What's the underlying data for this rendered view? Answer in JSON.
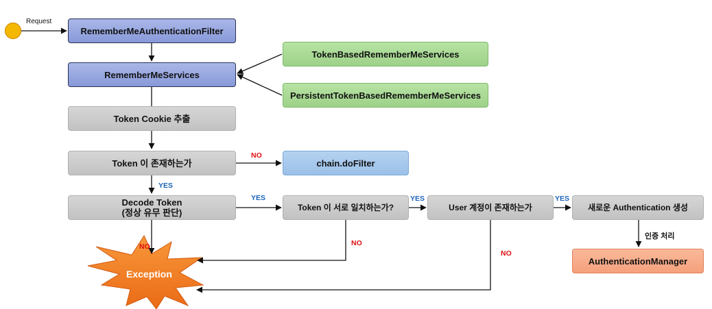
{
  "request_label": "Request",
  "nodes": {
    "remember_me_filter": "RememberMeAuthenticationFilter",
    "remember_me_services": "RememberMeServices",
    "token_based": "TokenBasedRememberMeServices",
    "persistent_token_based": "PersistentTokenBasedRememberMeServices",
    "token_cookie_extract": "Token Cookie 추출",
    "token_exists": "Token 이 존재하는가",
    "chain_do_filter": "chain.doFilter",
    "decode_token_line1": "Decode Token",
    "decode_token_line2": "(정상 유무 판단)",
    "token_match": "Token 이 서로 일치하는가?",
    "user_exists": "User 계정이 존재하는가",
    "new_authentication": "새로운 Authentication 생성",
    "authentication_manager": "AuthenticationManager",
    "exception": "Exception"
  },
  "edge_labels": {
    "token_exists_no": "NO",
    "token_exists_yes": "YES",
    "decode_yes": "YES",
    "decode_no": "NO",
    "match_yes": "YES",
    "match_no": "NO",
    "user_yes": "YES",
    "user_no": "NO",
    "auth_process": "인증 처리"
  },
  "colors": {
    "start_circle": "#f5b800",
    "exception_fill": "#f07a22",
    "no": "#e01010",
    "yes": "#1a64b8"
  }
}
